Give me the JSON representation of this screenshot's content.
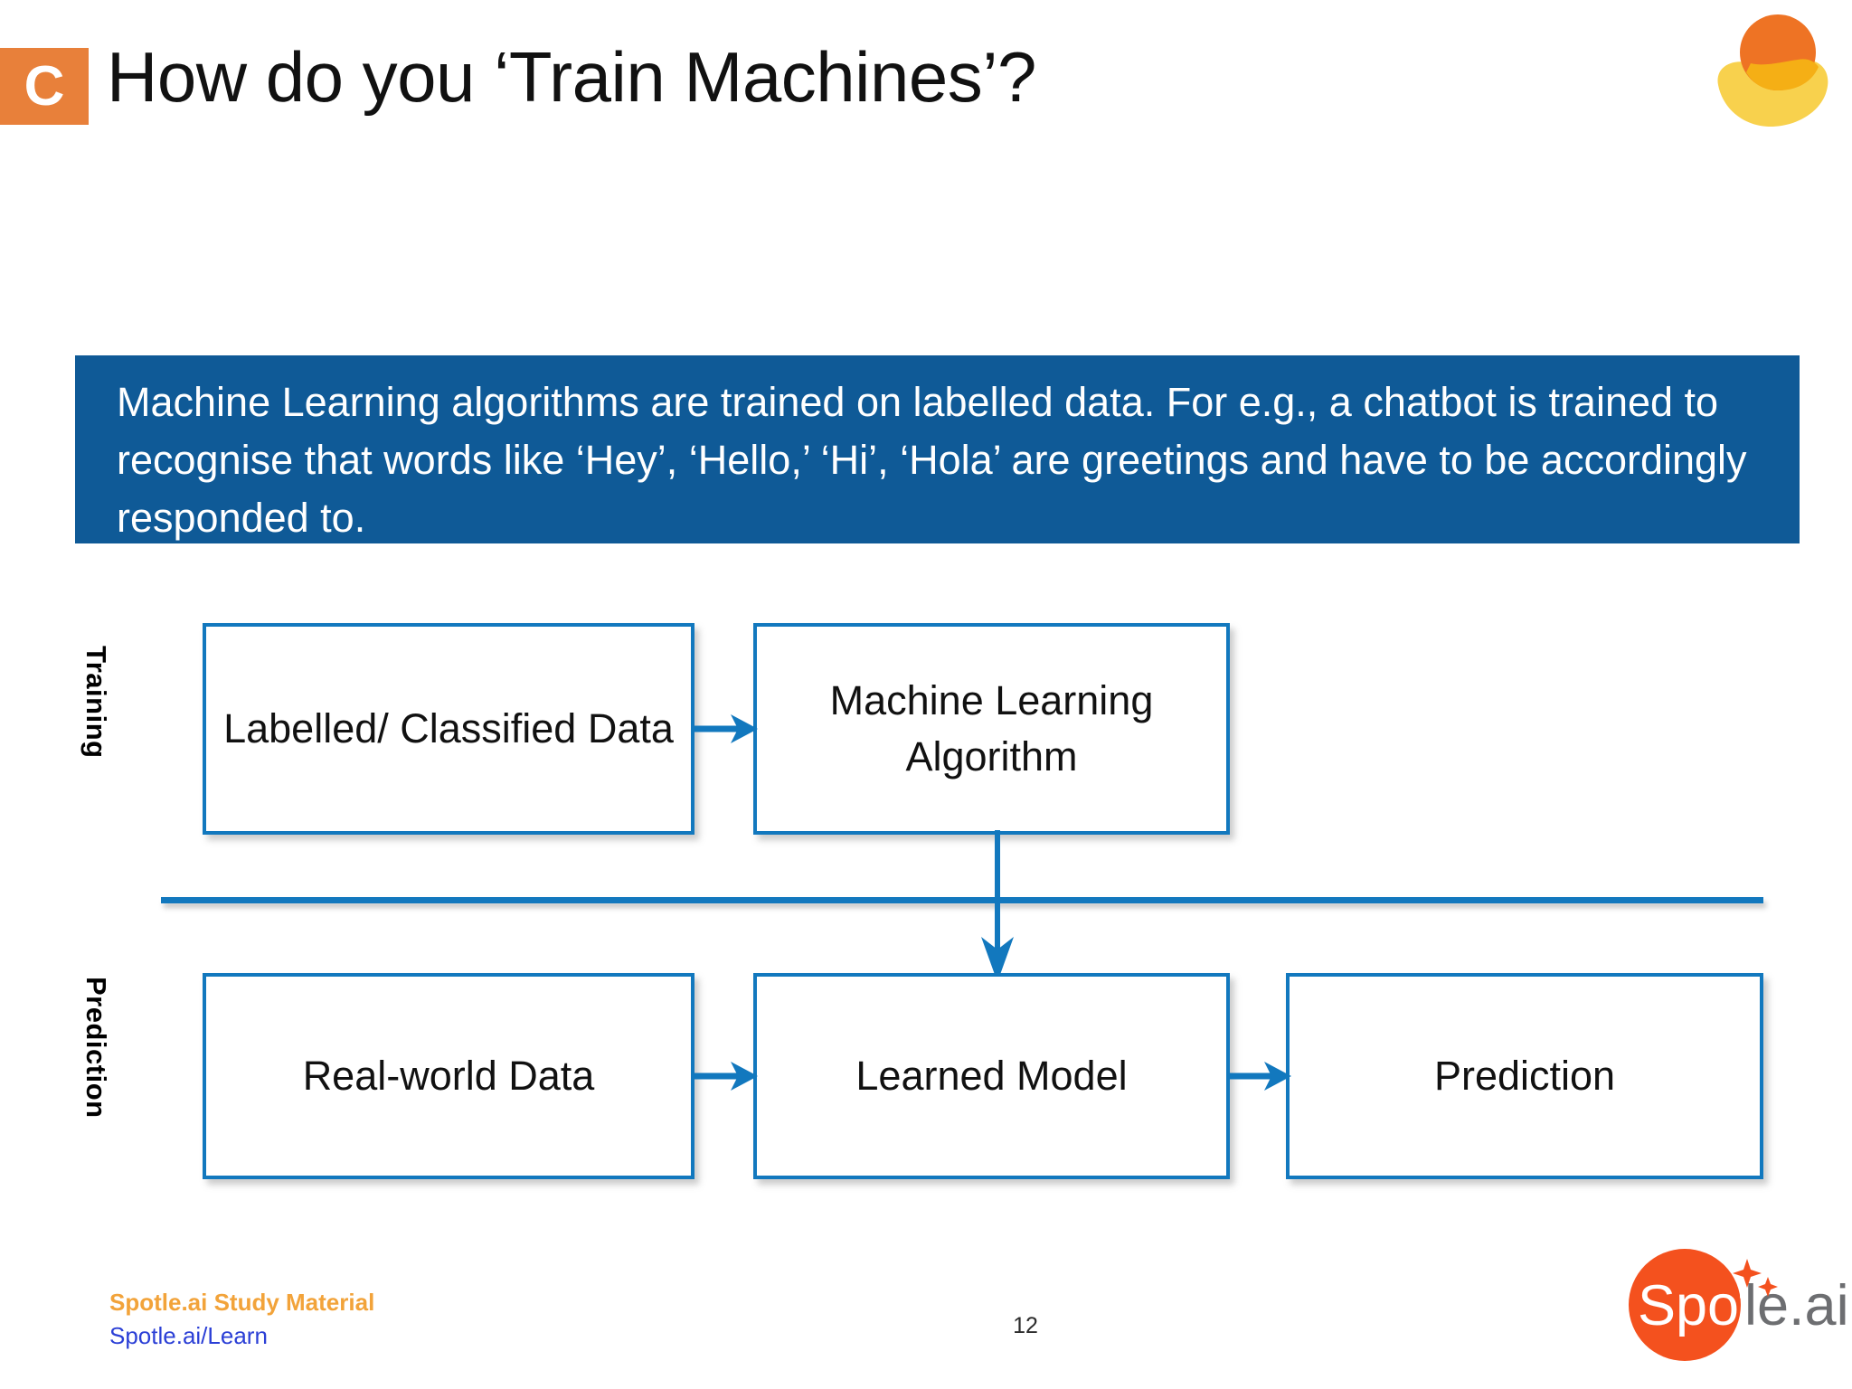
{
  "header": {
    "chapter_badge": "C",
    "title": "How do you ‘Train Machines’?",
    "brand_mark_icon": "sun-over-bowl-logo-icon",
    "brand_colors": {
      "orange": "#E8803A",
      "logo_orange": "#EE7324",
      "logo_yellow": "#F8D14D",
      "logo_amber": "#F5AF15"
    }
  },
  "statement": {
    "text": "Machine Learning algorithms are trained on labelled data. For e.g., a chatbot is trained to recognise that words like ‘Hey’, ‘Hello,’ ‘Hi’, ‘Hola’ are greetings and have to be accordingly responded to.",
    "background_color": "#0F5A97",
    "text_color": "#FFFFFF"
  },
  "diagram": {
    "accent_color": "#1278BE",
    "rows": [
      {
        "label": "Training",
        "boxes": [
          {
            "name": "labelled-data",
            "text": "Labelled/ Classified Data"
          },
          {
            "name": "ml-algorithm",
            "text": "Machine Learning Algorithm"
          }
        ]
      },
      {
        "label": "Prediction",
        "boxes": [
          {
            "name": "realworld-data",
            "text": "Real-world Data"
          },
          {
            "name": "learned-model",
            "text": "Learned Model"
          },
          {
            "name": "prediction",
            "text": "Prediction"
          }
        ]
      }
    ],
    "arrows": [
      {
        "name": "labelled-to-algorithm",
        "direction": "right"
      },
      {
        "name": "algorithm-to-learned-model",
        "direction": "down"
      },
      {
        "name": "realworld-to-learned-model",
        "direction": "right"
      },
      {
        "name": "learned-model-to-prediction",
        "direction": "right"
      }
    ]
  },
  "footer": {
    "study_material": "Spotle.ai Study Material",
    "learn_link": "Spotle.ai/Learn",
    "page_number": "12",
    "logo": {
      "icon": "spotle-ai-logo-icon",
      "text_light": "Spot",
      "text_dark": "le.ai",
      "circle_color": "#F4511E",
      "dark_text_color": "#6D6E71"
    }
  }
}
